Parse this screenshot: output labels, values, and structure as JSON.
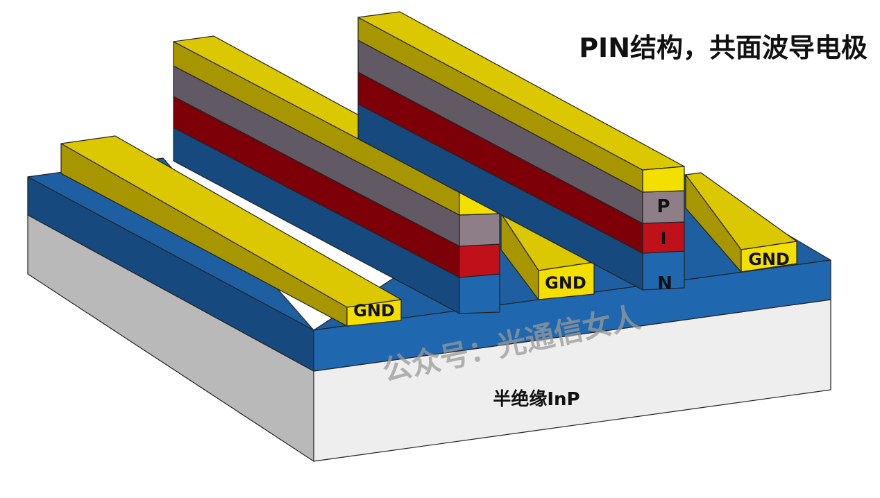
{
  "title": "PIN结构，共面波导电极",
  "labels": {
    "gnd": "GND",
    "p": "P",
    "i": "I",
    "n": "N",
    "substrate": "半绝缘InP"
  },
  "watermark": "公众号：光通信女人",
  "colors": {
    "gold_top": "#dcc800",
    "gold_front": "#f3df00",
    "gold_side": "#a89600",
    "blue_top": "#1d5fa1",
    "blue_front": "#1f68b0",
    "blue_side": "#16497e",
    "gray_layer": "#8e7e88",
    "gray_layer_side": "#615963",
    "red_layer": "#c0111b",
    "red_layer_side": "#7d0008",
    "substrate_top": "#d7d7d7",
    "substrate_front": "#eeeeee",
    "substrate_side": "#b9b9b9"
  }
}
